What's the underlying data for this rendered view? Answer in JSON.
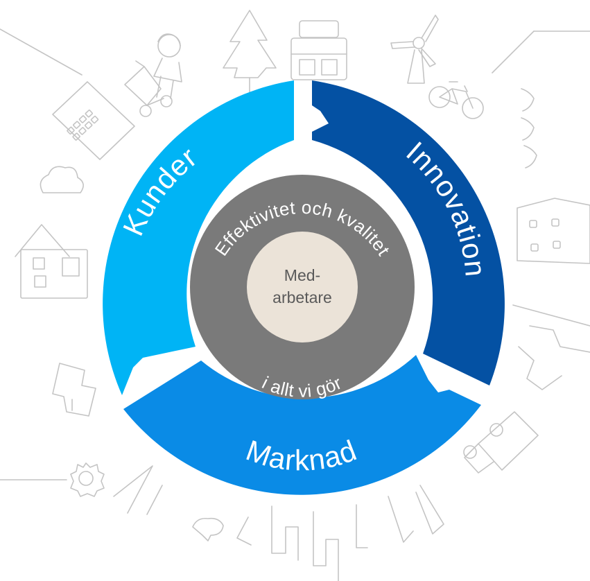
{
  "diagram": {
    "segments": [
      {
        "id": "kunder",
        "label": "Kunder",
        "color": "#00b4f5"
      },
      {
        "id": "innovation",
        "label": "Innovation",
        "color": "#0451a3"
      },
      {
        "id": "marknad",
        "label": "Marknad",
        "color": "#0a8be6"
      }
    ],
    "ring": {
      "top_label": "Effektivitet och kvalitet",
      "bottom_label": "i allt vi gör",
      "color": "#7a7a7a"
    },
    "core": {
      "line1": "Med-",
      "line2": "arbetare",
      "color": "#ebe3d8"
    },
    "background_line_color": "#c4c4c4",
    "icons": [
      "stroller-icon",
      "person-icon",
      "tree-icon",
      "shop-icon",
      "wind-turbine-icon",
      "bicycle-icon",
      "waves-icon",
      "office-building-icon",
      "cloud-icon",
      "house-icon",
      "building-right-icon",
      "factory-icon",
      "truck-icon",
      "gear-icon",
      "boat-icon"
    ]
  }
}
